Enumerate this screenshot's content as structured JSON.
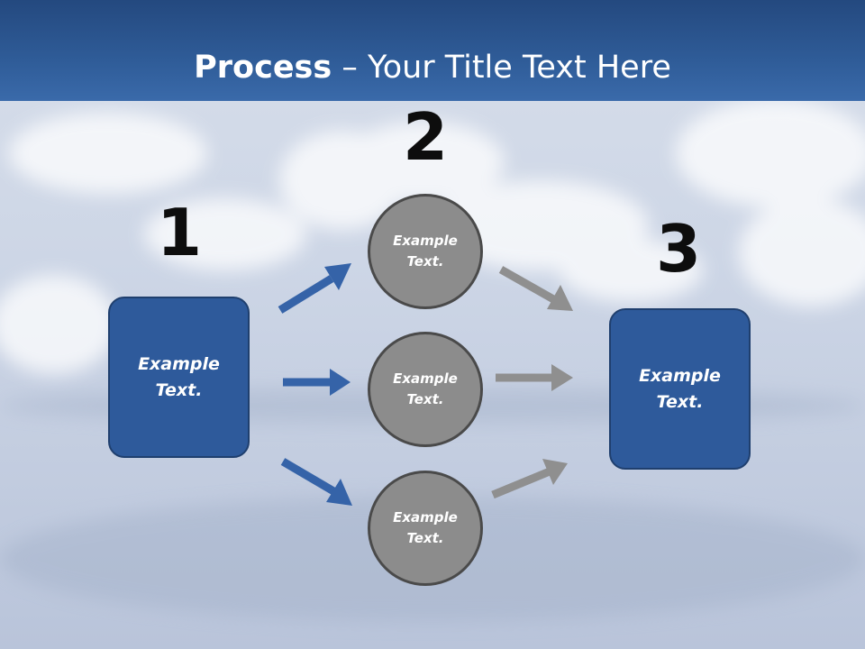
{
  "slide": {
    "title_bold": "Process",
    "title_rest": " – Your Title Text Here"
  },
  "steps": {
    "step1_number": "1",
    "step2_number": "2",
    "step3_number": "3"
  },
  "shapes": {
    "left_box": "Example Text.",
    "circle_top": "Example Text.",
    "circle_middle": "Example Text.",
    "circle_bottom": "Example Text.",
    "right_box": "Example Text."
  },
  "colors": {
    "header_blue": "#2f5c98",
    "box_blue": "#2e5a9b",
    "arrow_blue": "#3563a8",
    "circle_gray": "#8c8c8c",
    "arrow_gray": "#8f8f8f"
  }
}
